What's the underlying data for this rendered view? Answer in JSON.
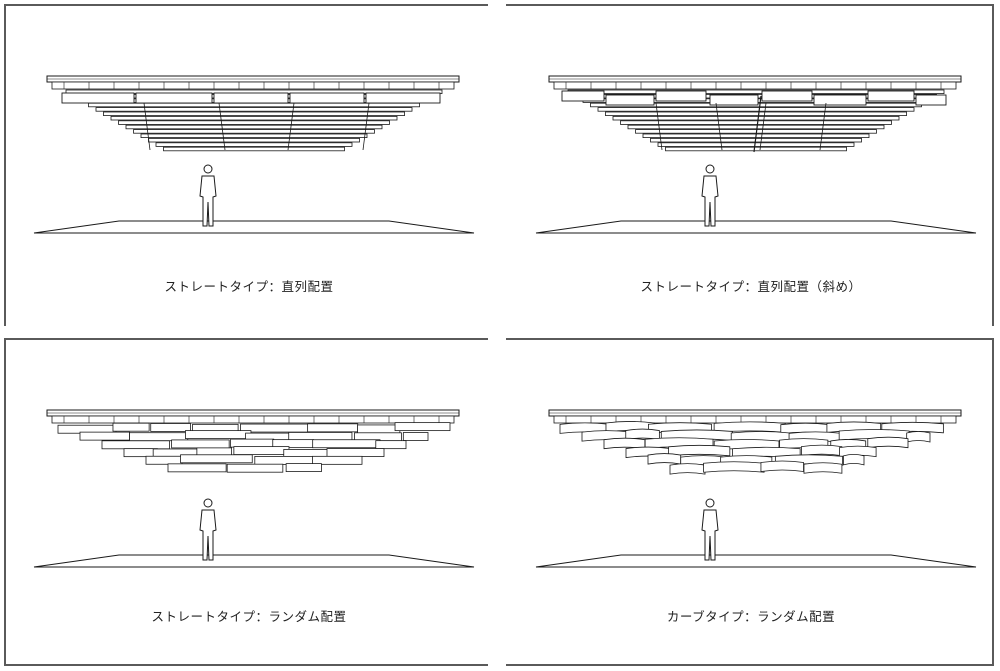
{
  "panels": [
    {
      "caption": "ストレートタイプ：直列配置",
      "variant": "straight-inline"
    },
    {
      "caption": "ストレートタイプ：直列配置（斜め）",
      "variant": "straight-inline-diagonal"
    },
    {
      "caption": "ストレートタイプ：ランダム配置",
      "variant": "straight-random"
    },
    {
      "caption": "カーブタイプ：ランダム配置",
      "variant": "curve-random"
    }
  ],
  "colors": {
    "line": "#1a1a1a",
    "frame": "#5a5a5a",
    "background": "#ffffff"
  }
}
